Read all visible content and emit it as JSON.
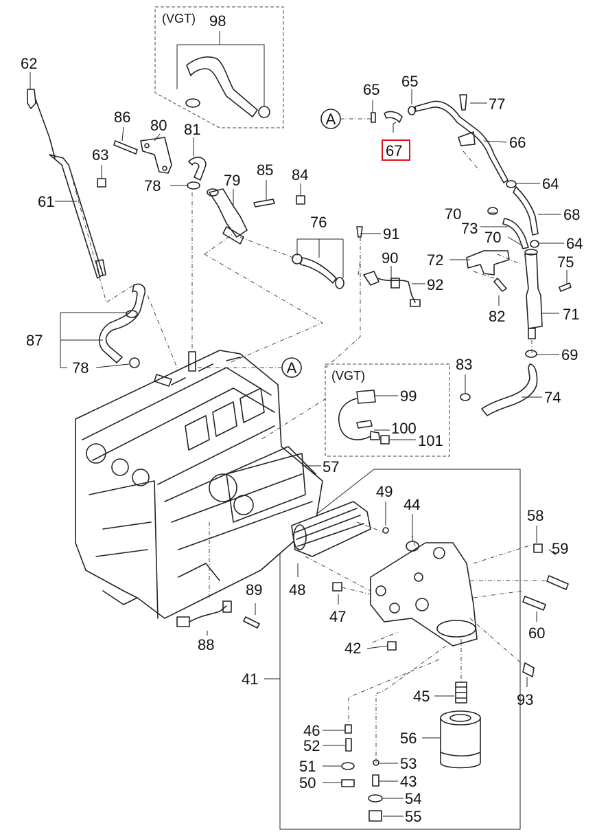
{
  "diagram": {
    "section_markers": [
      "A",
      "A"
    ],
    "highlighted_part": "67",
    "highlight_color": "#e0101a",
    "vgt_labels": [
      "(VGT)",
      "(VGT)"
    ],
    "parts": [
      "98",
      "65",
      "65",
      "77",
      "67",
      "66",
      "64",
      "68",
      "70",
      "73",
      "64",
      "70",
      "72",
      "75",
      "71",
      "82",
      "69",
      "83",
      "74",
      "62",
      "86",
      "80",
      "63",
      "81",
      "78",
      "79",
      "85",
      "84",
      "61",
      "76",
      "91",
      "90",
      "92",
      "87",
      "78",
      "99",
      "100",
      "101",
      "57",
      "49",
      "44",
      "58",
      "59",
      "48",
      "47",
      "89",
      "60",
      "88",
      "42",
      "41",
      "93",
      "45",
      "46",
      "56",
      "52",
      "53",
      "51",
      "43",
      "50",
      "54",
      "55"
    ]
  }
}
